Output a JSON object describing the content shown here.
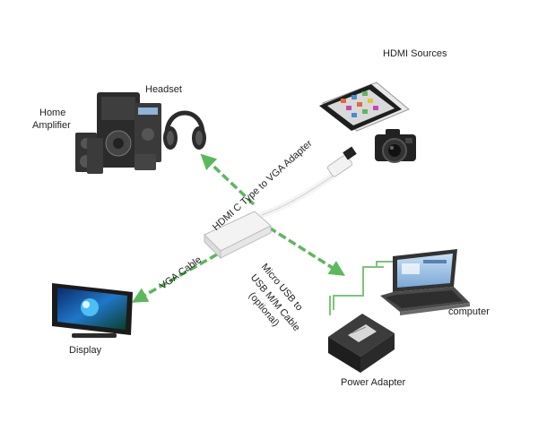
{
  "labels": {
    "hdmi_sources": "HDMI Sources",
    "headset": "Headset",
    "home_amplifier_line1": "Home",
    "home_amplifier_line2": "Amplifier",
    "display": "Display",
    "computer": "computer",
    "power_adapter": "Power Adapter",
    "adapter_caption": "HDMI C Type to VGA Adapter",
    "vga_cable": "VGA Cable",
    "usb_line1": "Micro USB to",
    "usb_line2": "USB M/M Cable",
    "usb_line3": "(optional)"
  },
  "colors": {
    "arrow_green": "#5cb85c",
    "cable_green": "#7cc47c",
    "device_dark": "#2b2b2b"
  },
  "icons": [
    "home-amplifier-icon",
    "headset-icon",
    "tablet-icon",
    "camera-icon",
    "adapter-icon",
    "monitor-icon",
    "laptop-icon",
    "power-adapter-icon"
  ]
}
